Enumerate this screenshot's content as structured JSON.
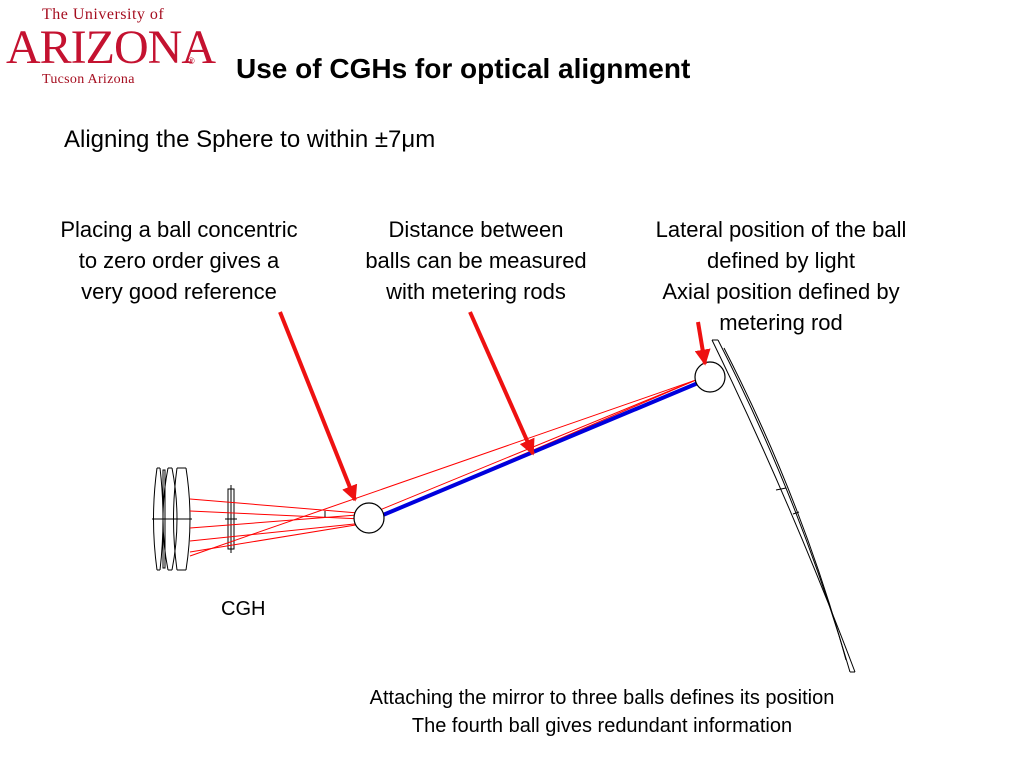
{
  "logo": {
    "line1": "The University of",
    "line2": "ARIZONA",
    "registered": "®",
    "line3": "Tucson Arizona",
    "color": "#c41230"
  },
  "slide": {
    "title": "Use of CGHs for optical alignment",
    "subtitle": "Aligning the Sphere to within ±7μm"
  },
  "callouts": [
    {
      "lines": [
        "Placing a ball concentric",
        "to zero order gives a",
        "very good reference"
      ]
    },
    {
      "lines": [
        "Distance between",
        "balls can be measured",
        "with metering rods"
      ]
    },
    {
      "lines": [
        "Lateral position of the ball",
        "defined by light",
        "Axial position defined by",
        "metering rod"
      ]
    }
  ],
  "diagram": {
    "cgh_label": "CGH",
    "ray_color": "#ff0000",
    "rod_color": "#0000dd",
    "arrow_color": "#ee1111"
  },
  "footer": {
    "lines": [
      "Attaching the mirror to three balls defines its position",
      "The fourth ball gives redundant information"
    ]
  }
}
